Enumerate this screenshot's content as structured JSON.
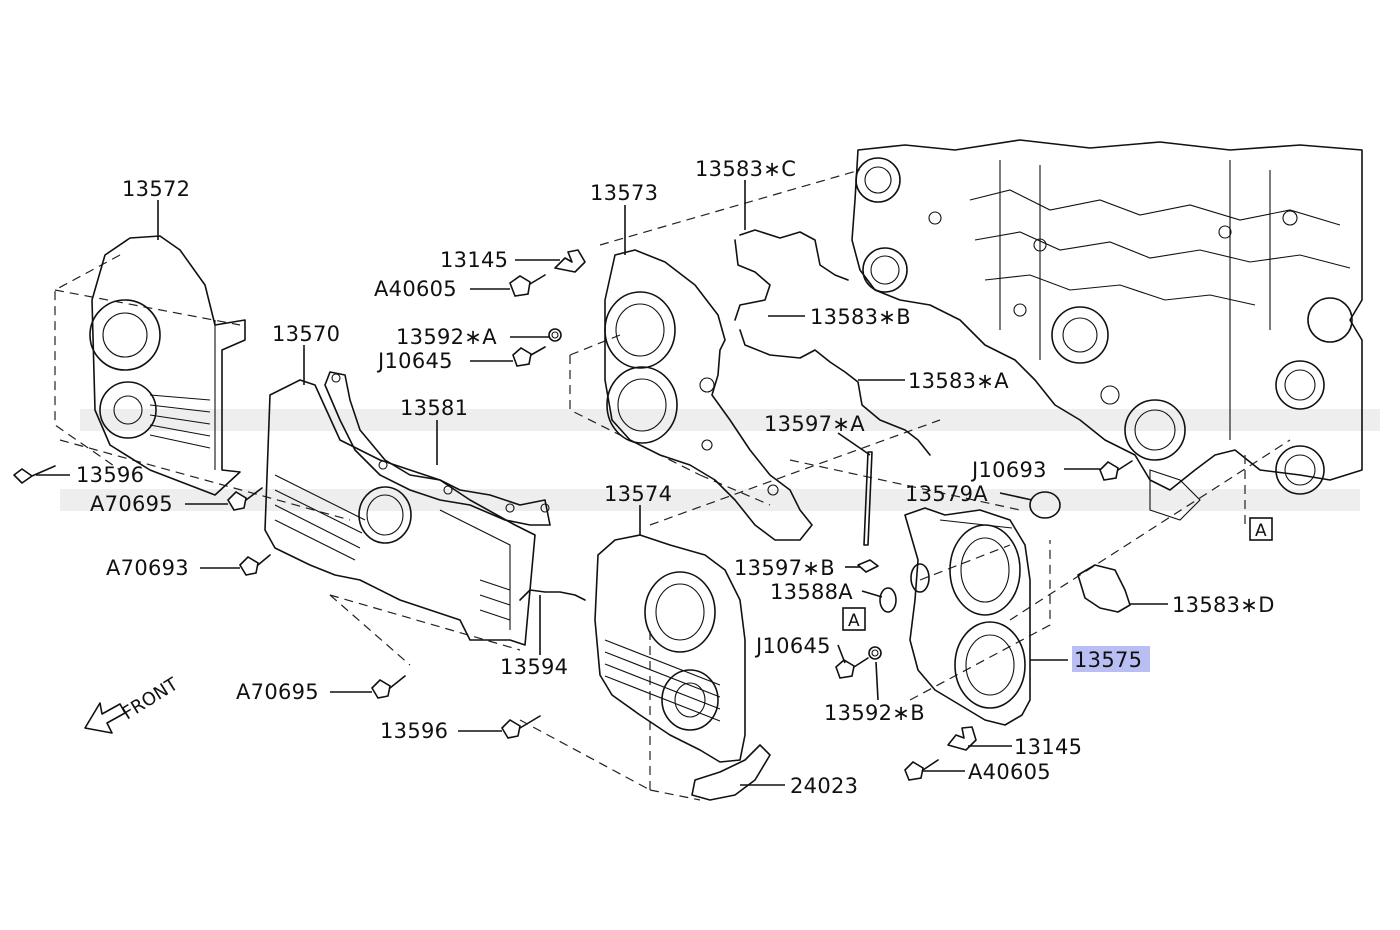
{
  "diagram": {
    "callouts": {
      "c13572": "13572",
      "c13573": "13573",
      "c13570": "13570",
      "c13581": "13581",
      "c13145_top": "13145",
      "cA40605_top": "A40605",
      "c13592A": "13592∗A",
      "cJ10645_top": "J10645",
      "c13596_left": "13596",
      "cA70695_left": "A70695",
      "cA70693": "A70693",
      "cA70695_bottom": "A70695",
      "c13596_bottom": "13596",
      "c13594": "13594",
      "c13574": "13574",
      "c24023": "24023",
      "c13583C": "13583∗C",
      "c13583B": "13583∗B",
      "c13583A": "13583∗A",
      "c13597A": "13597∗A",
      "c13597B": "13597∗B",
      "c13588A": "13588A",
      "c13579A": "13579A",
      "cJ10693": "J10693",
      "cJ10645_bottom": "J10645",
      "c13592B": "13592∗B",
      "c13145_bottom": "13145",
      "cA40605_bottom": "A40605",
      "c13583D": "13583∗D",
      "c13575": "13575"
    },
    "ref_boxes": {
      "box_left": "A",
      "box_right": "A"
    },
    "front_label": "FRONT",
    "highlighted_part": "13575",
    "highlight_color": "#b9bff2"
  }
}
